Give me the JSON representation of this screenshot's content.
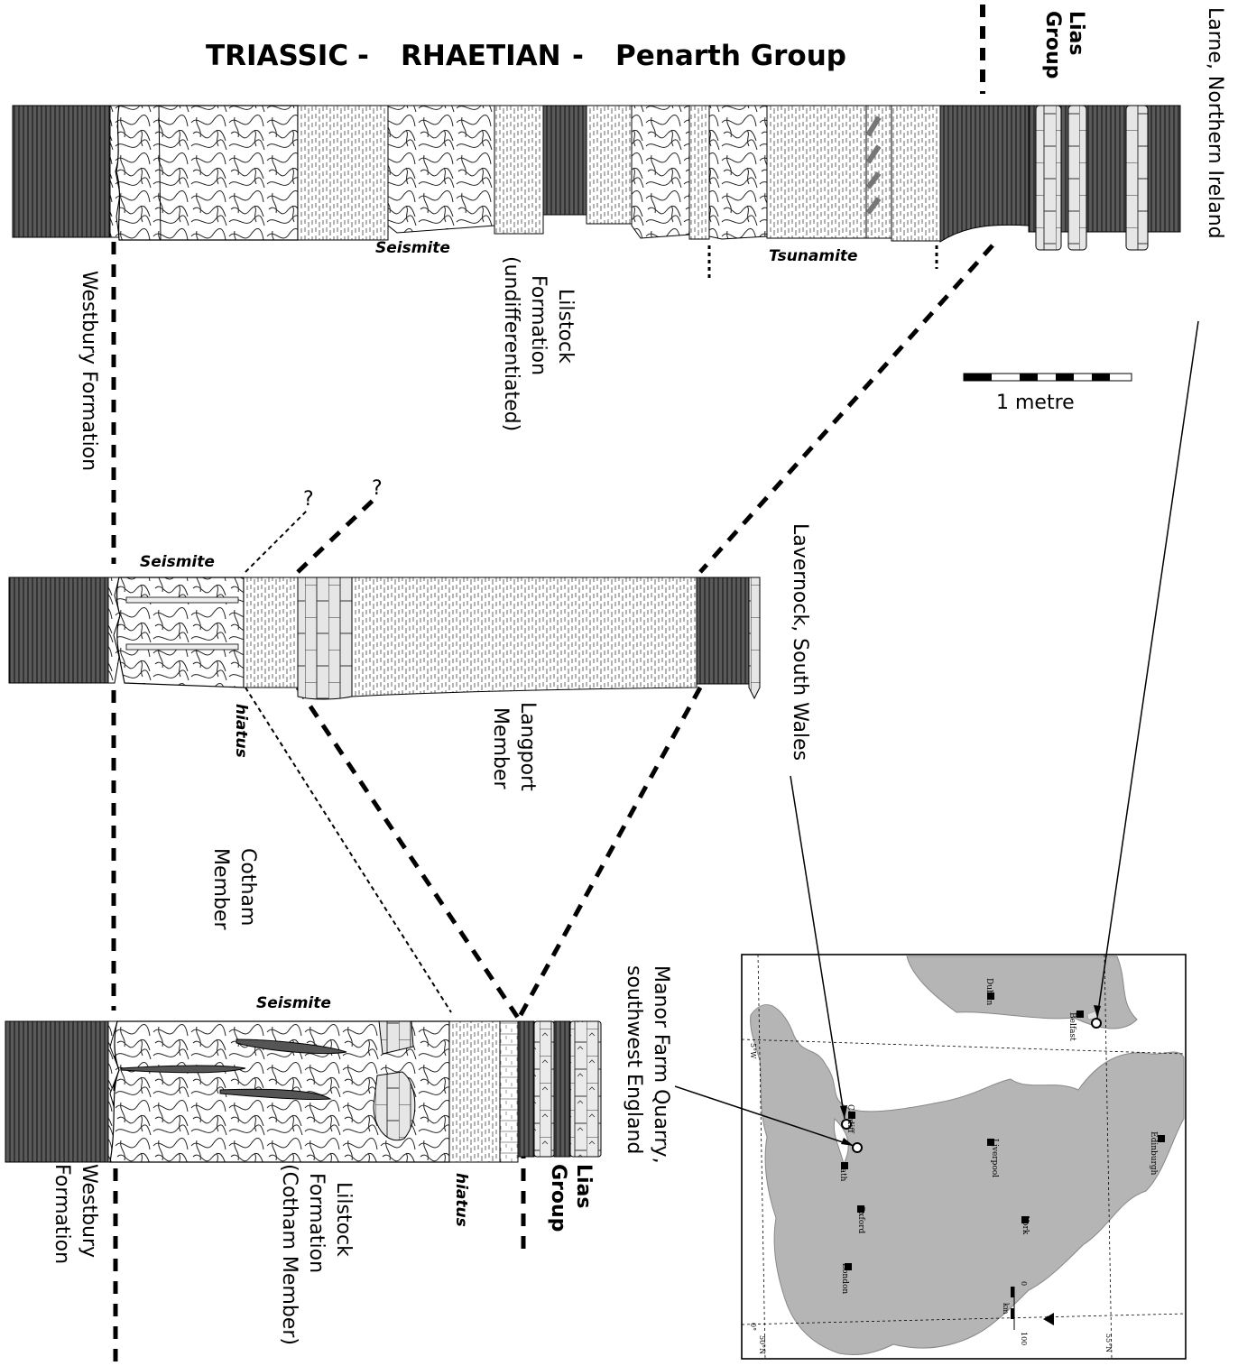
{
  "header": {
    "title_triassic": "TRIASSIC",
    "sep1": "-",
    "title_rhaetian": "RHAETIAN",
    "sep2": "-",
    "title_penarth": "Penarth Group",
    "lias_line1": "Lias",
    "lias_line2": "Group"
  },
  "localities": {
    "larne": "Larne, Northern Ireland",
    "lavernock": "Lavernock, South Wales",
    "manor_line1": "Manor Farm Quarry,",
    "manor_line2": "southwest England"
  },
  "scale": {
    "label": "1 metre"
  },
  "formations": {
    "westbury_top": "Westbury  Formation",
    "lilstock_l1": "Lilstock",
    "lilstock_l2": "Formation",
    "lilstock_l3": "(undifferentiated)",
    "langport_l1": "Langport",
    "langport_l2": "Member",
    "cotham_l1": "Cotham",
    "cotham_l2": "Member",
    "westbury_b1": "Westbury",
    "westbury_b2": "Formation",
    "lilstock_b1": "Lilstock",
    "lilstock_b2": "Formation",
    "lilstock_b3": "(Cotham Member)",
    "lias_b1": "Lias",
    "lias_b2": "Group"
  },
  "annotations": {
    "seismite_top": "Seismite",
    "tsunamite": "Tsunamite",
    "seismite_mid": "Seismite",
    "hiatus_mid": "hiatus",
    "seismite_bot": "Seismite",
    "hiatus_bot": "hiatus",
    "q1": "?",
    "q2": "?"
  },
  "map": {
    "cities": [
      "Dublin",
      "Belfast",
      "Edinburgh",
      "Liverpool",
      "York",
      "Cardiff",
      "Bath",
      "Oxford",
      "London"
    ],
    "lat_55": "55°N",
    "lat_50": "50°N",
    "lon_5w": "5°W",
    "lon_0": "0°",
    "scale_0": "0",
    "scale_100": "100",
    "scale_km": "km",
    "north": "N"
  },
  "colors": {
    "mudstone": "#555555",
    "land": "#b7b7b7",
    "ink": "#000000"
  }
}
